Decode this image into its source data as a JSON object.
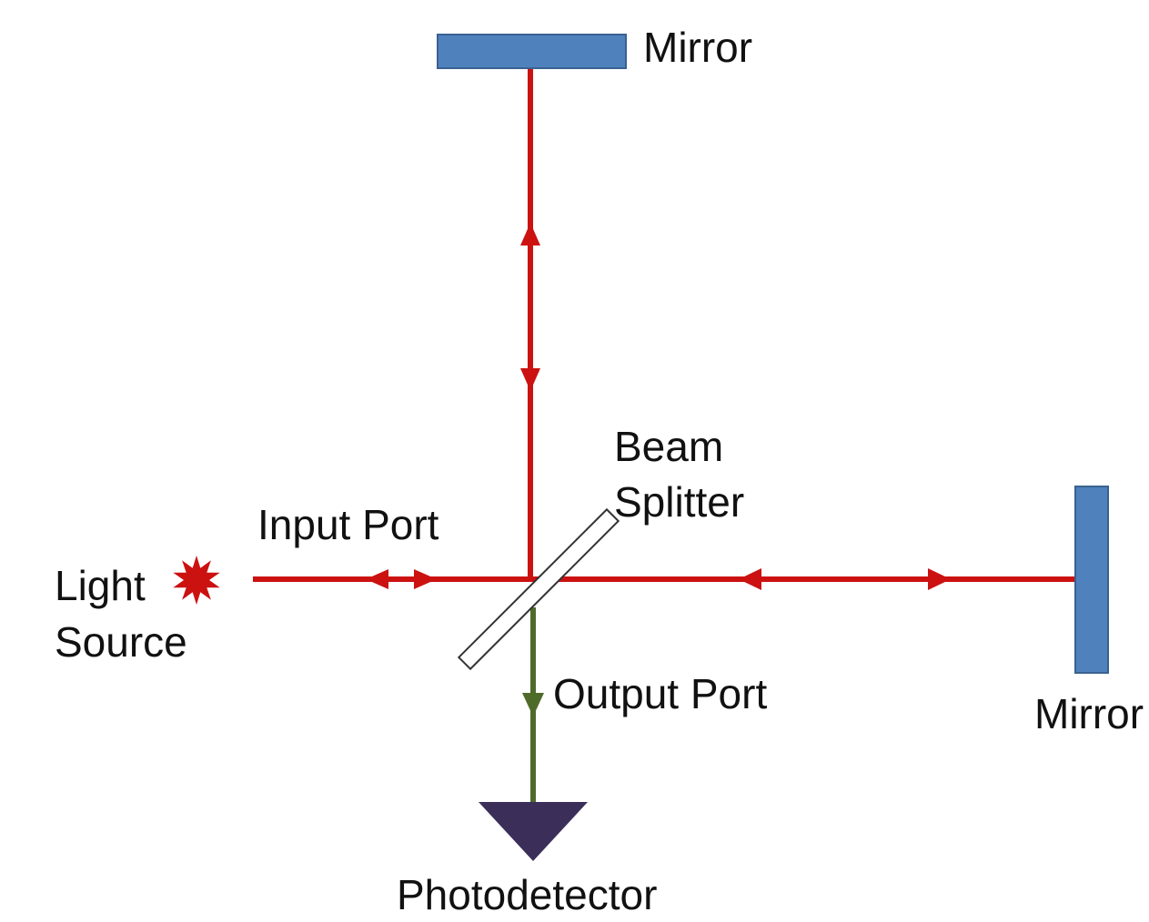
{
  "labels": {
    "mirror_top": "Mirror",
    "mirror_right": "Mirror",
    "beam_splitter_line1": "Beam",
    "beam_splitter_line2": "Splitter",
    "input_port": "Input Port",
    "light_source_line1": "Light",
    "light_source_line2": "Source",
    "output_port": "Output Port",
    "photodetector": "Photodetector"
  },
  "colors": {
    "beam": "#cc1111",
    "output_beam": "#4f6b2a",
    "mirror_fill": "#4f81bd",
    "mirror_stroke": "#3a6290",
    "photodetector": "#3b2f5a",
    "splitter_fill": "#ffffff",
    "splitter_stroke": "#333333"
  },
  "icons": {
    "light_source": "starburst-icon",
    "photodetector": "triangle-detector-icon",
    "beam_arrow": "arrowhead-icon"
  }
}
